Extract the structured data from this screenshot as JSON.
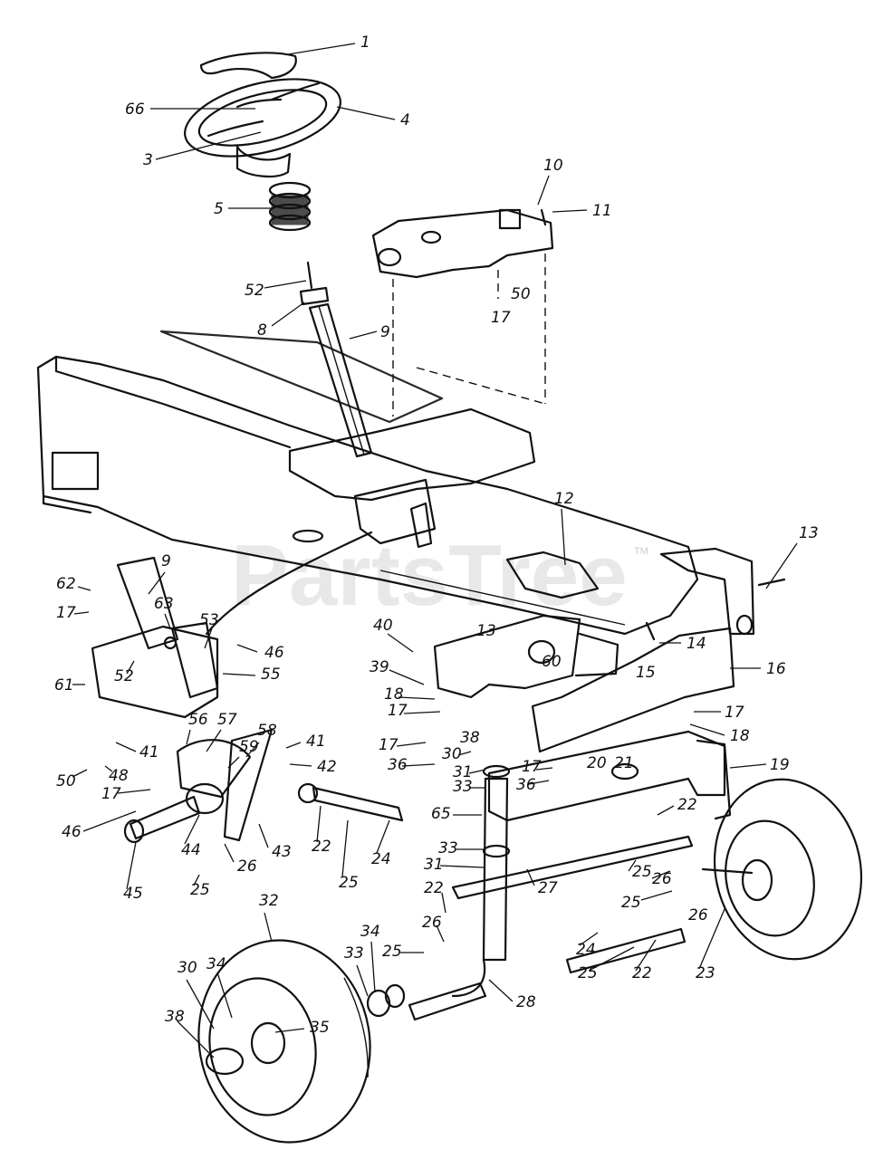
{
  "watermark": {
    "text": "PartsTree",
    "trademark": "TM"
  },
  "callouts": [
    {
      "id": "c1",
      "label": "1"
    },
    {
      "id": "c66",
      "label": "66"
    },
    {
      "id": "c4",
      "label": "4"
    },
    {
      "id": "c3",
      "label": "3"
    },
    {
      "id": "c5",
      "label": "5"
    },
    {
      "id": "c10",
      "label": "10"
    },
    {
      "id": "c11",
      "label": "11"
    },
    {
      "id": "c52a",
      "label": "52"
    },
    {
      "id": "c50a",
      "label": "50"
    },
    {
      "id": "c17a",
      "label": "17"
    },
    {
      "id": "c8",
      "label": "8"
    },
    {
      "id": "c9a",
      "label": "9"
    },
    {
      "id": "c12",
      "label": "12"
    },
    {
      "id": "c13a",
      "label": "13"
    },
    {
      "id": "c62",
      "label": "62"
    },
    {
      "id": "c9b",
      "label": "9"
    },
    {
      "id": "c17b",
      "label": "17"
    },
    {
      "id": "c63",
      "label": "63"
    },
    {
      "id": "c53",
      "label": "53"
    },
    {
      "id": "c46a",
      "label": "46"
    },
    {
      "id": "c40",
      "label": "40"
    },
    {
      "id": "c13b",
      "label": "13"
    },
    {
      "id": "c14",
      "label": "14"
    },
    {
      "id": "c52b",
      "label": "52"
    },
    {
      "id": "c61",
      "label": "61"
    },
    {
      "id": "c55",
      "label": "55"
    },
    {
      "id": "c39",
      "label": "39"
    },
    {
      "id": "c60",
      "label": "60"
    },
    {
      "id": "c15",
      "label": "15"
    },
    {
      "id": "c16",
      "label": "16"
    },
    {
      "id": "c18a",
      "label": "18"
    },
    {
      "id": "c17c",
      "label": "17"
    },
    {
      "id": "c17d",
      "label": "17"
    },
    {
      "id": "c18b",
      "label": "18"
    },
    {
      "id": "c56",
      "label": "56"
    },
    {
      "id": "c57",
      "label": "57"
    },
    {
      "id": "c58",
      "label": "58"
    },
    {
      "id": "c41a",
      "label": "41"
    },
    {
      "id": "c41b",
      "label": "41"
    },
    {
      "id": "c59",
      "label": "59"
    },
    {
      "id": "c48",
      "label": "48"
    },
    {
      "id": "c50b",
      "label": "50"
    },
    {
      "id": "c17e",
      "label": "17"
    },
    {
      "id": "c36a",
      "label": "36"
    },
    {
      "id": "c30a",
      "label": "30"
    },
    {
      "id": "c38a",
      "label": "38"
    },
    {
      "id": "c20",
      "label": "20"
    },
    {
      "id": "c21",
      "label": "21"
    },
    {
      "id": "c19",
      "label": "19"
    },
    {
      "id": "c42",
      "label": "42"
    },
    {
      "id": "c31a",
      "label": "31"
    },
    {
      "id": "c17f",
      "label": "17"
    },
    {
      "id": "c36b",
      "label": "36"
    },
    {
      "id": "c33a",
      "label": "33"
    },
    {
      "id": "c17g",
      "label": "17"
    },
    {
      "id": "c46b",
      "label": "46"
    },
    {
      "id": "c65",
      "label": "65"
    },
    {
      "id": "c22a",
      "label": "22"
    },
    {
      "id": "c44",
      "label": "44"
    },
    {
      "id": "c43",
      "label": "43"
    },
    {
      "id": "c22b",
      "label": "22"
    },
    {
      "id": "c24a",
      "label": "24"
    },
    {
      "id": "c26a",
      "label": "26"
    },
    {
      "id": "c33b",
      "label": "33"
    },
    {
      "id": "c31b",
      "label": "31"
    },
    {
      "id": "c25a",
      "label": "25"
    },
    {
      "id": "c26b",
      "label": "26"
    },
    {
      "id": "c45",
      "label": "45"
    },
    {
      "id": "c25b",
      "label": "25"
    },
    {
      "id": "c25c",
      "label": "25"
    },
    {
      "id": "c22c",
      "label": "22"
    },
    {
      "id": "c27",
      "label": "27"
    },
    {
      "id": "c25d",
      "label": "25"
    },
    {
      "id": "c32",
      "label": "32"
    },
    {
      "id": "c26c",
      "label": "26"
    },
    {
      "id": "c34a",
      "label": "34"
    },
    {
      "id": "c26d",
      "label": "26"
    },
    {
      "id": "c25e",
      "label": "25"
    },
    {
      "id": "c24b",
      "label": "24"
    },
    {
      "id": "c34b",
      "label": "34"
    },
    {
      "id": "c33c",
      "label": "33"
    },
    {
      "id": "c30b",
      "label": "30"
    },
    {
      "id": "c23",
      "label": "23"
    },
    {
      "id": "c25f",
      "label": "25"
    },
    {
      "id": "c22d",
      "label": "22"
    },
    {
      "id": "c28",
      "label": "28"
    },
    {
      "id": "c35",
      "label": "35"
    },
    {
      "id": "c38b",
      "label": "38"
    }
  ]
}
